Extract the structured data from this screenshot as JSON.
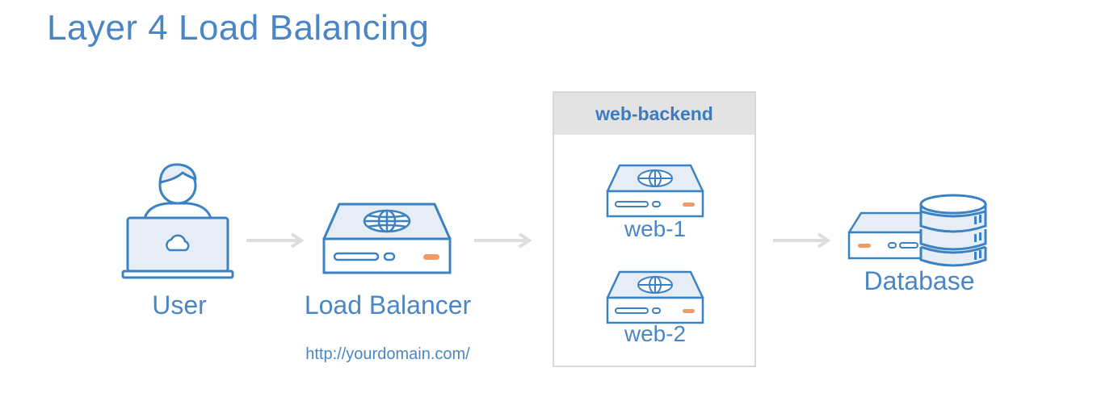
{
  "title": "Layer 4 Load Balancing",
  "nodes": {
    "user": {
      "label": "User"
    },
    "load_balancer": {
      "label": "Load Balancer",
      "url": "http://yourdomain.com/"
    },
    "backend": {
      "label": "web-backend",
      "servers": [
        "web-1",
        "web-2"
      ]
    },
    "database": {
      "label": "Database"
    }
  },
  "colors": {
    "accent": "#4a86c5",
    "stroke": "#3b82c4",
    "fill": "#e6edf5",
    "arrow": "#dddddd",
    "led": "#f09a67"
  }
}
